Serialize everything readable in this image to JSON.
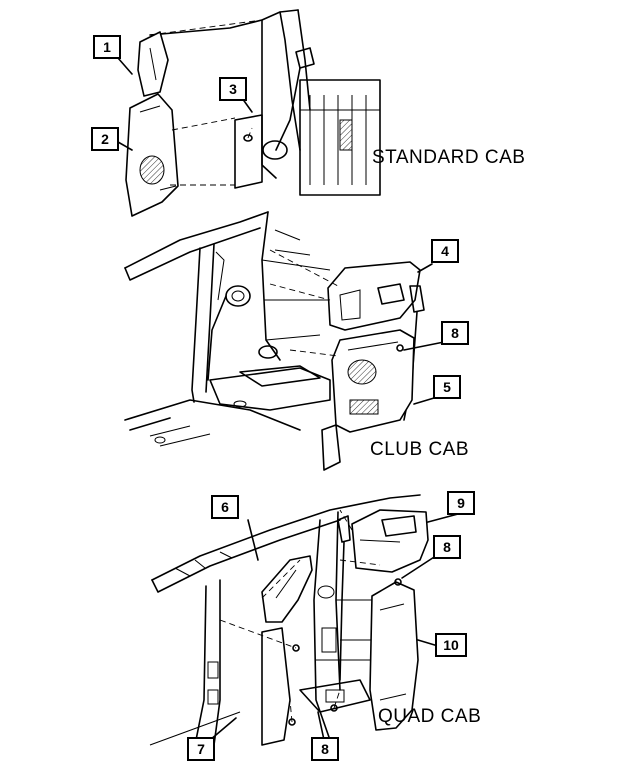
{
  "sections": {
    "standard": {
      "title": "STANDARD CAB"
    },
    "club": {
      "title": "CLUB CAB"
    },
    "quad": {
      "title": "QUAD CAB"
    }
  },
  "callouts": {
    "c1": "1",
    "c2": "2",
    "c3": "3",
    "c4": "4",
    "c5": "5",
    "c8a": "8",
    "c6": "6",
    "c7": "7",
    "c8b": "8",
    "c8c": "8",
    "c9": "9",
    "c10": "10"
  }
}
